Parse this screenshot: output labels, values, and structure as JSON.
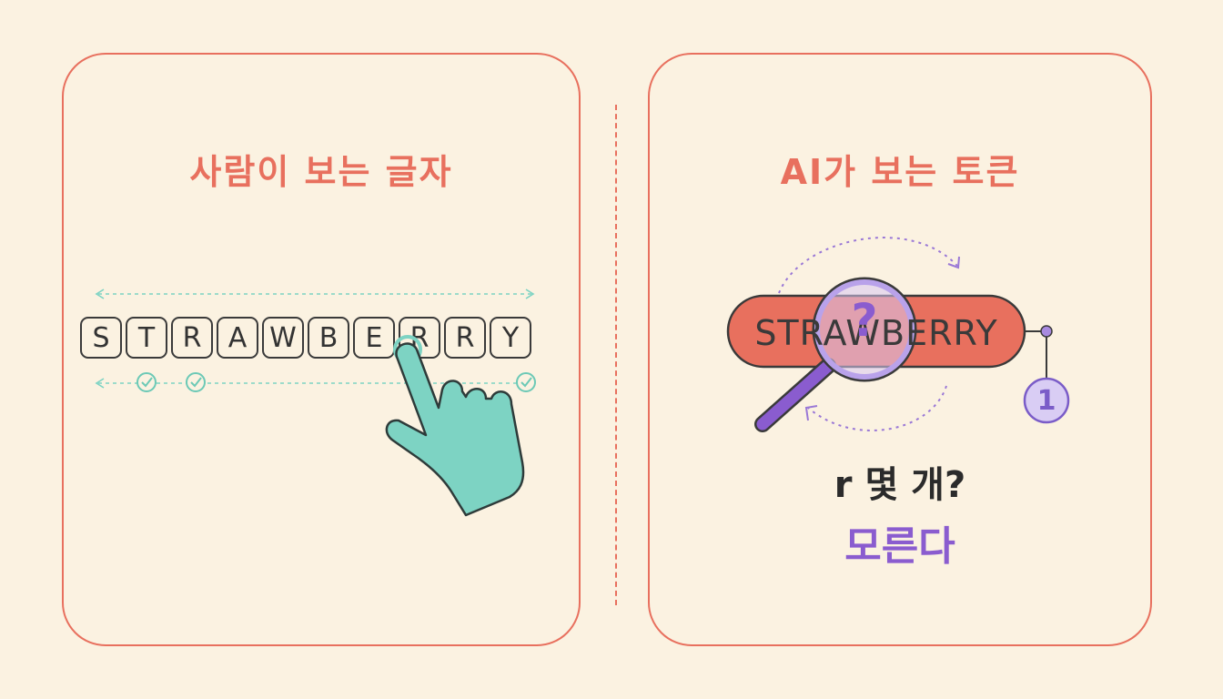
{
  "left_panel": {
    "title": "사람이 보는 글자",
    "letters": [
      "S",
      "T",
      "R",
      "A",
      "W",
      "B",
      "E",
      "R",
      "R",
      "Y"
    ]
  },
  "right_panel": {
    "title": "AI가 보는 토큰",
    "token": "STRAWBERRY",
    "question_mark": "?",
    "count": "1",
    "question": "r 몇 개?",
    "answer": "모른다"
  },
  "colors": {
    "background": "#fbf2e1",
    "accent_red": "#e8705e",
    "teal": "#7dd3c3",
    "purple": "#8a5ccf"
  },
  "icons": [
    "pointing-hand-icon",
    "check-icon",
    "magnifier-icon",
    "question-mark-icon"
  ]
}
